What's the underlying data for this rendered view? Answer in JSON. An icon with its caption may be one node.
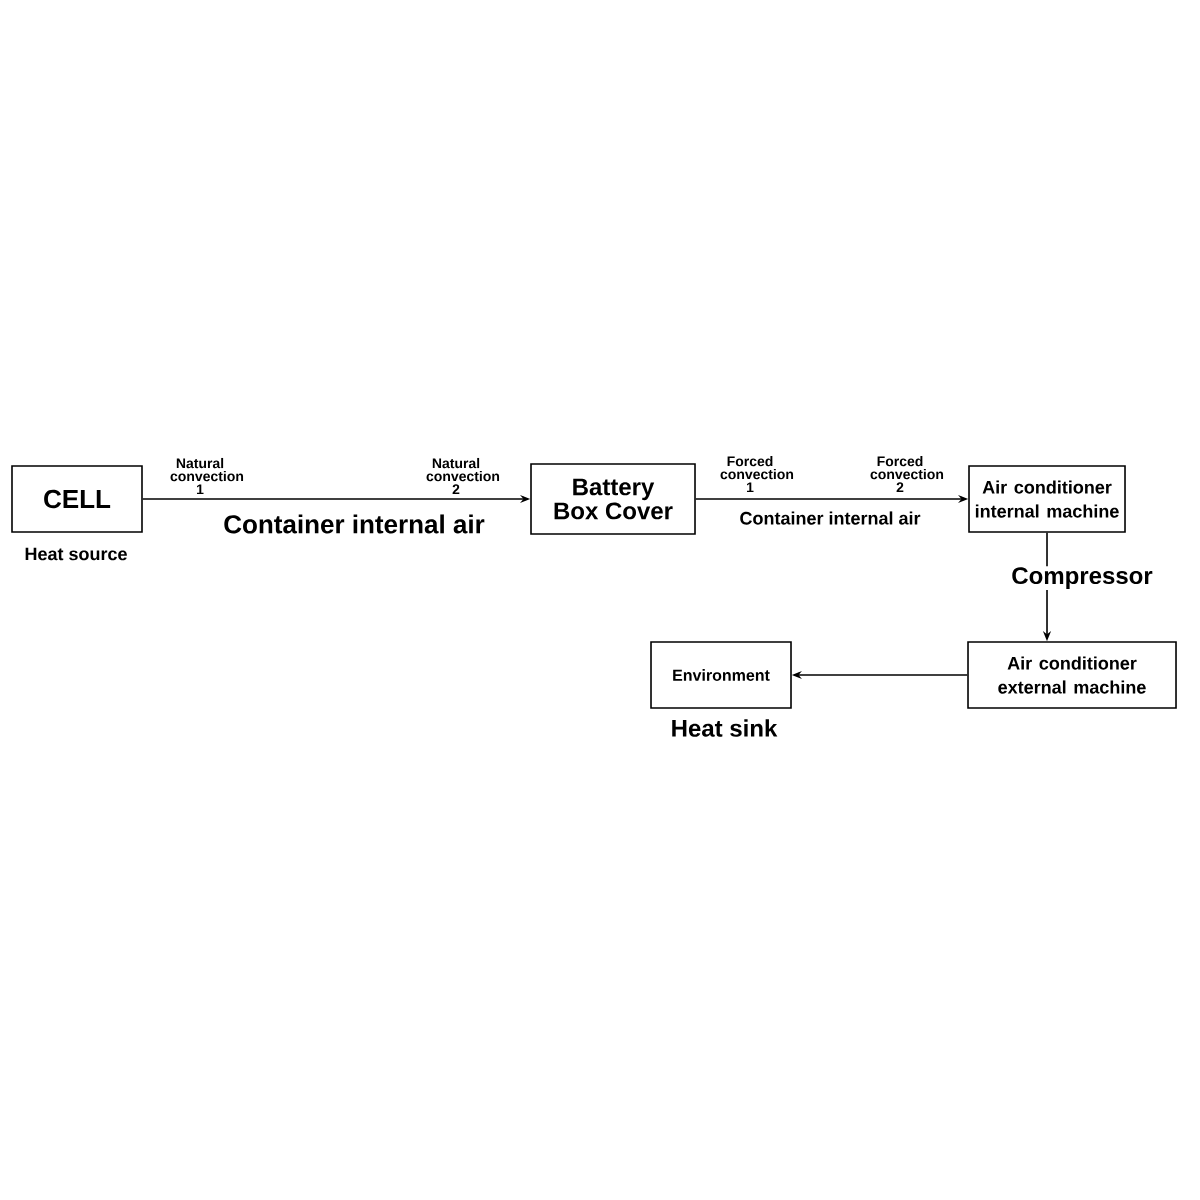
{
  "diagram": {
    "nodes": [
      {
        "text": [
          "CELL"
        ],
        "beside": [
          "Heat source"
        ]
      },
      {
        "text": [
          "Battery Box Cover"
        ]
      },
      {
        "text": [
          "Air conditioner internal machine"
        ]
      },
      {
        "text": [
          "Air conditioner external machine"
        ]
      },
      {
        "text": [
          "Environment"
        ],
        "beside": [
          "Heat sink"
        ]
      }
    ],
    "edges": [
      {
        "from": 0,
        "to": 1,
        "arrow": "to",
        "label": "Container internal air"
      },
      {
        "from": 1,
        "to": 2,
        "arrow": "to",
        "label": "Container internal air"
      },
      {
        "from": 2,
        "to": 3,
        "arrow": "to",
        "label": "Compressor"
      },
      {
        "from": 3,
        "to": 4,
        "arrow": "to"
      }
    ],
    "labels": [
      "Natural convection 1",
      "Natural convection 2",
      "Forced convection 1",
      "Forced convection 2"
    ]
  }
}
